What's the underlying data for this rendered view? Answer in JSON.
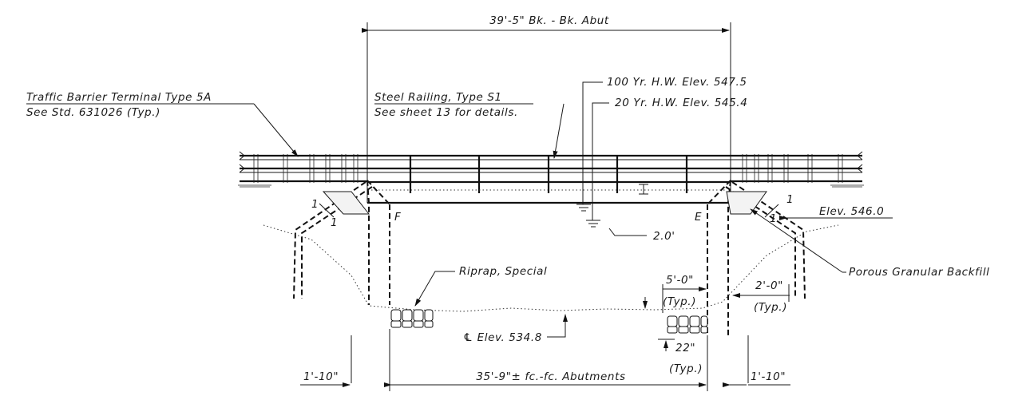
{
  "labels": {
    "bk_abut": "39'-5\" Bk. - Bk. Abut",
    "barrier_line1": "Traffic Barrier Terminal Type 5A",
    "barrier_line2": "See Std. 631026 (Typ.)",
    "railing_line1": "Steel Railing, Type S1",
    "railing_line2": "See sheet 13 for details.",
    "hw100": "100 Yr. H.W. Elev. 547.5",
    "hw20": "20 Yr. H.W. Elev. 545.4",
    "slope_1_left_top": "1",
    "slope_1_left_bottom": "1",
    "slope_1_right_top": "1",
    "slope_1_right_bottom": "1",
    "point_f": "F",
    "point_e": "E",
    "elev_546": "Elev. 546.0",
    "clearance": "2.0'",
    "porous_backfill": "Porous Granular Backfill",
    "riprap": "Riprap, Special",
    "dim_5_0": "5'-0\"",
    "dim_5_0_typ": "(Typ.)",
    "dim_2_0": "2'-0\"",
    "dim_2_0_typ": "(Typ.)",
    "fl_elev": "℄ Elev. 534.8",
    "dim_22": "22\"",
    "dim_22_typ": "(Typ.)",
    "dim_left_1_10": "1'-10\"",
    "dim_right_1_10": "1'-10\"",
    "fc_abut": "35'-9\"± fc.-fc. Abutments"
  }
}
